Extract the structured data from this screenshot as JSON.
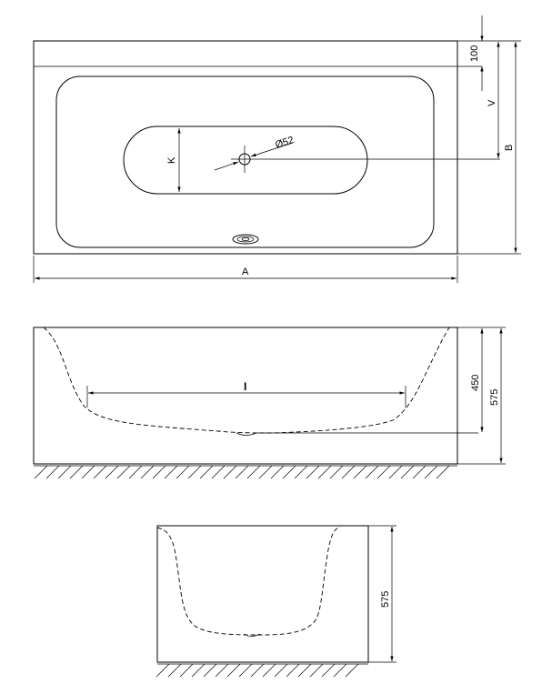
{
  "top_view": {
    "width_label": "A",
    "length_label": "B",
    "rim_label": "100",
    "offset_label": "V",
    "basin_width_label": "K",
    "drain_label": "Ø52"
  },
  "side_view": {
    "inner_length_label": "I",
    "height_inner_label": "450",
    "height_outer_label": "575"
  },
  "end_view": {
    "height_label": "575"
  }
}
